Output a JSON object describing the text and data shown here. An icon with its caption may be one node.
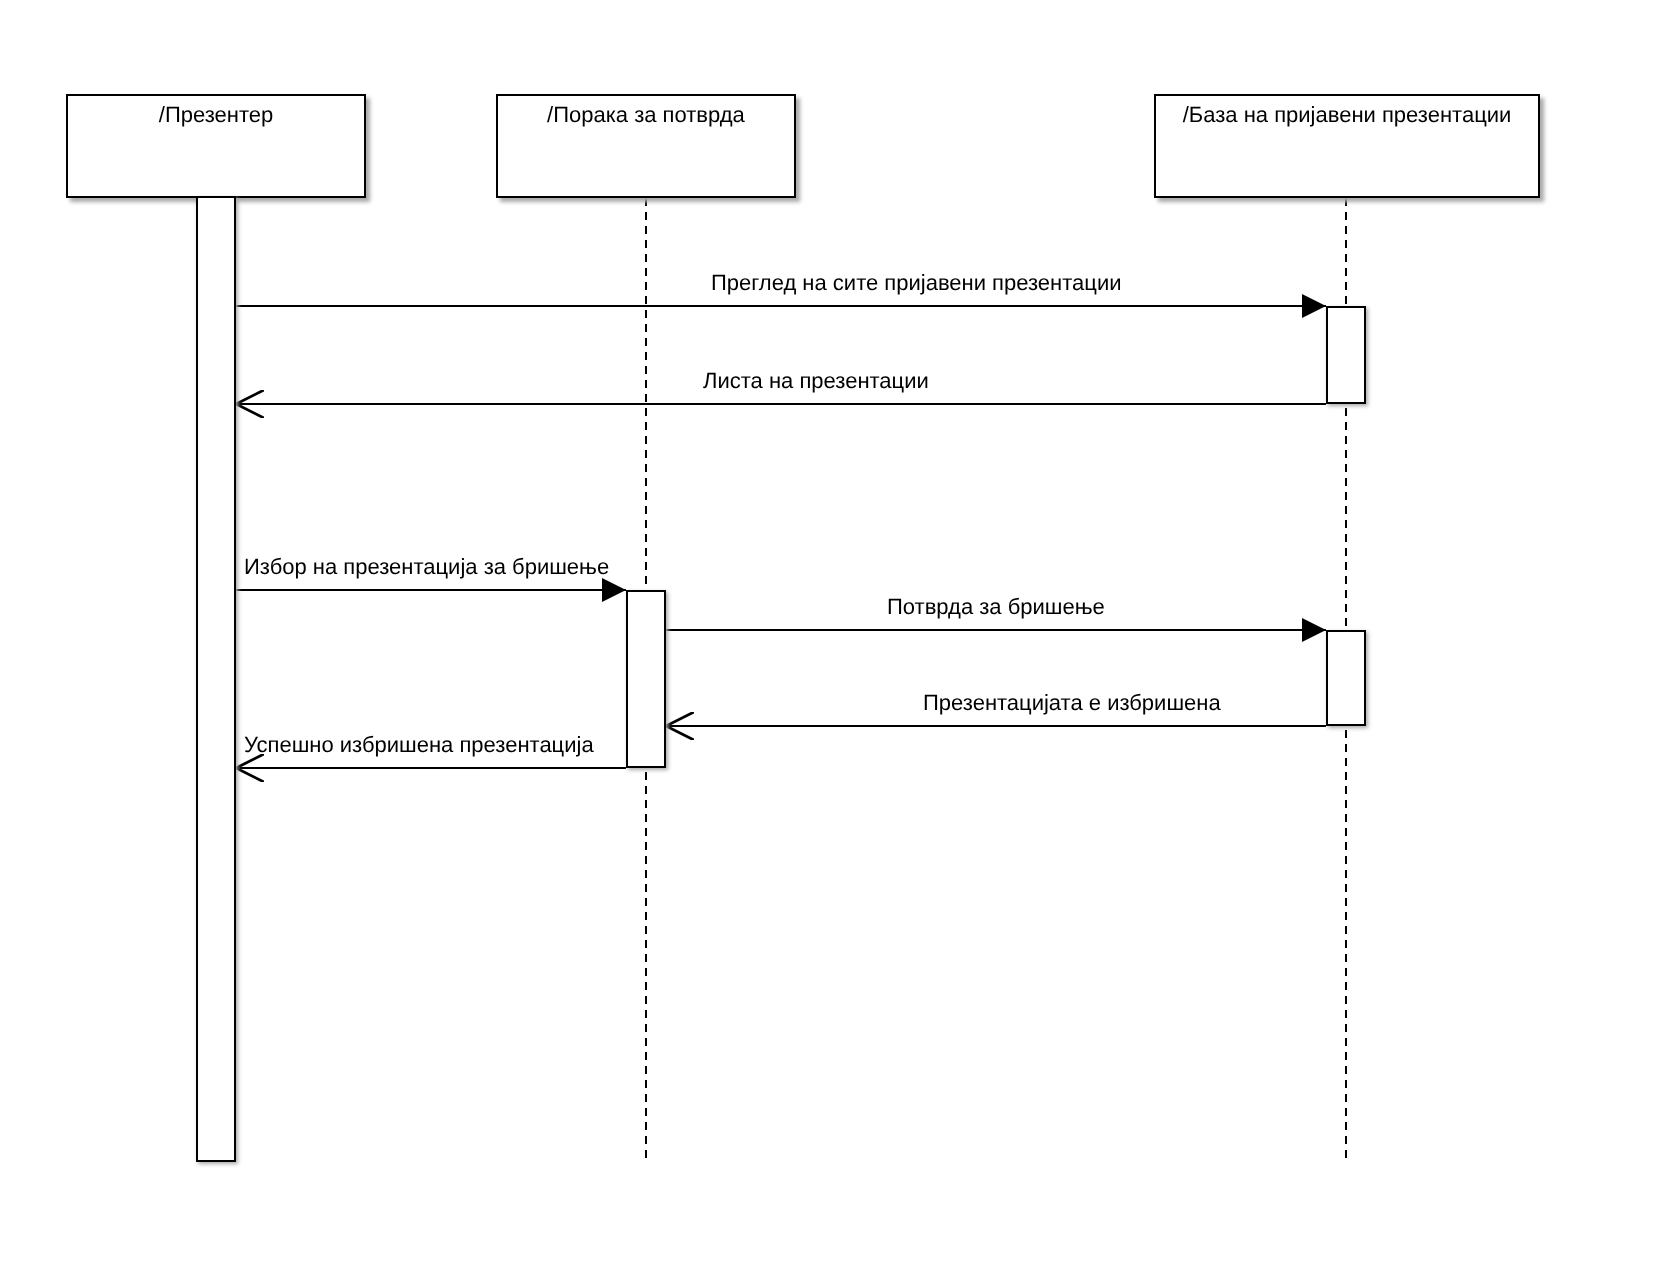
{
  "diagram": {
    "nodes": [
      {
        "text": [
          "/Презентер"
        ]
      },
      {
        "text": [
          "/Порака за потврда"
        ]
      },
      {
        "text": [
          "/База на пријавени презентации"
        ]
      },
      {
        "text": [],
        "shape": "bar"
      },
      {
        "text": [],
        "shape": "bar"
      },
      {
        "text": [],
        "shape": "bar"
      },
      {
        "text": [],
        "shape": "bar"
      }
    ],
    "edges": [
      {
        "from": 3,
        "to": 4,
        "arrow": "to",
        "label": "Преглед на сите пријавени презентации"
      },
      {
        "from": 4,
        "to": 3,
        "arrow": "to",
        "label": "Листа на презентации"
      },
      {
        "from": 3,
        "to": 5,
        "arrow": "to",
        "label": "Избор на презентација за бришење"
      },
      {
        "from": 5,
        "to": 6,
        "arrow": "to",
        "label": "Потврда за бришење"
      },
      {
        "from": 6,
        "to": 5,
        "arrow": "to",
        "label": "Презентацијата е избришена"
      },
      {
        "from": 5,
        "to": 3,
        "arrow": "to",
        "label": "Успешно избришена презентација"
      }
    ]
  }
}
